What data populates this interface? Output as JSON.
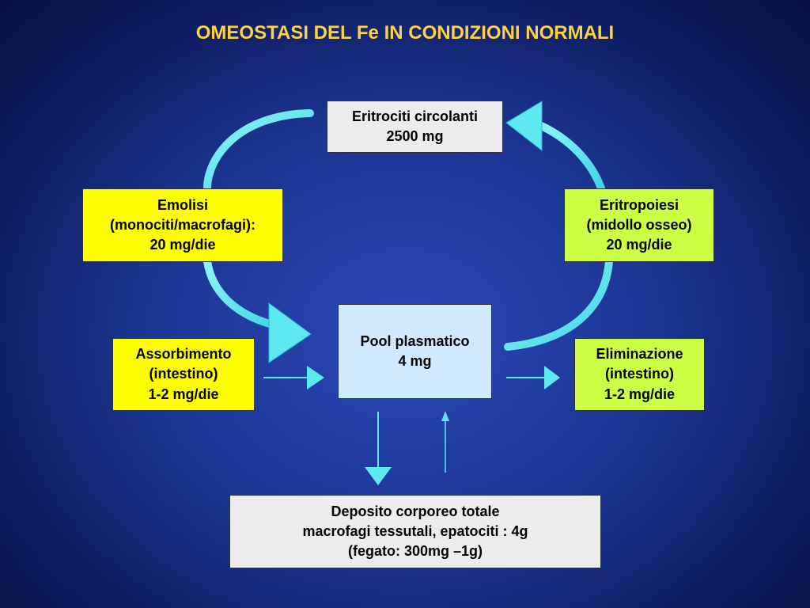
{
  "title": "OMEOSTASI DEL Fe IN CONDIZIONI NORMALI",
  "colors": {
    "title": "#ffd23f",
    "arrow": "#5ee8f0",
    "box_grey": "#ececec",
    "box_yellow": "#ffff00",
    "box_green": "#ccff44",
    "box_blue": "#cfe9ff"
  },
  "nodes": {
    "eritrociti": {
      "lines": [
        "Eritrociti circolanti",
        "2500 mg"
      ]
    },
    "emolisi": {
      "lines": [
        "Emolisi",
        "(monociti/macrofagi):",
        "20 mg/die"
      ]
    },
    "eritropoiesi": {
      "lines": [
        "Eritropoiesi",
        "(midollo osseo)",
        "20 mg/die"
      ]
    },
    "pool": {
      "lines": [
        "Pool plasmatico",
        "4 mg"
      ]
    },
    "assorbimento": {
      "lines": [
        "Assorbimento",
        "(intestino)",
        "1-2 mg/die"
      ]
    },
    "eliminazione": {
      "lines": [
        "Eliminazione",
        "(intestino)",
        "1-2 mg/die"
      ]
    },
    "deposito": {
      "lines": [
        "Deposito corporeo totale",
        "macrofagi tessutali, epatociti : 4g",
        "(fegato: 300mg –1g)"
      ]
    }
  },
  "edges": [
    {
      "from": "eritrociti",
      "to": "pool",
      "via": "emolisi"
    },
    {
      "from": "pool",
      "to": "eritrociti",
      "via": "eritropoiesi"
    },
    {
      "from": "assorbimento",
      "to": "pool"
    },
    {
      "from": "pool",
      "to": "eliminazione"
    },
    {
      "from": "pool",
      "to": "deposito"
    },
    {
      "from": "deposito",
      "to": "pool"
    }
  ]
}
